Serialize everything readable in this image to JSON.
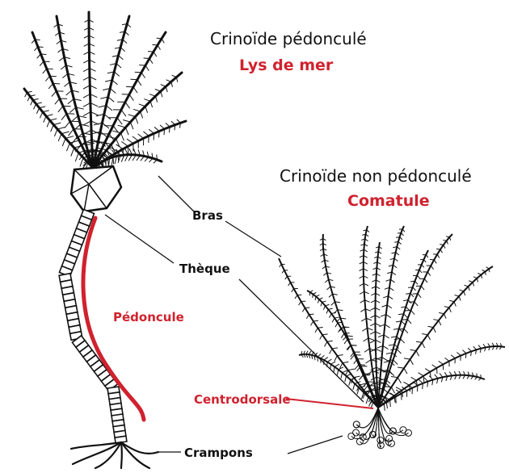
{
  "colors": {
    "ink": "#111111",
    "accent": "#d0222e"
  },
  "titles": {
    "stalked": {
      "name": "Crinoïde pédonculé",
      "common": "Lys de mer"
    },
    "unstalked": {
      "name": "Crinoïde non pédonculé",
      "common": "Comatule"
    }
  },
  "labels": {
    "arms": "Bras",
    "theca": "Thèque",
    "stalk": "Pédoncule",
    "centrodorsal": "Centrodorsale",
    "cirri": "Crampons"
  }
}
